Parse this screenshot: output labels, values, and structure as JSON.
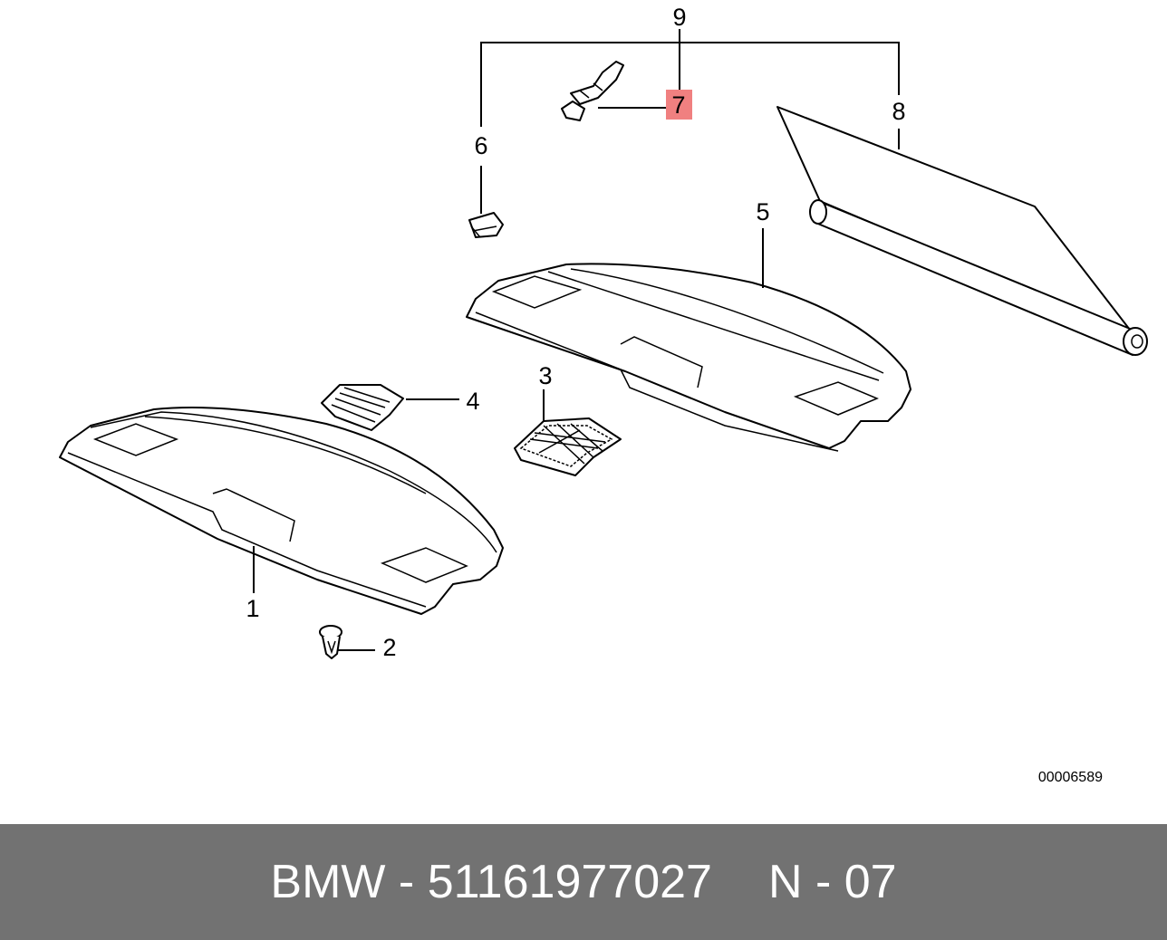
{
  "callouts": {
    "c1": "1",
    "c2": "2",
    "c3": "3",
    "c4": "4",
    "c5": "5",
    "c6": "6",
    "c7": "7",
    "c8": "8",
    "c9": "9"
  },
  "highlighted_callout": "7",
  "highlight_color": "#f08080",
  "reference_number": "00006589",
  "footer": {
    "brand_part": "BMW - 51161977027",
    "position": "N - 07",
    "background_color": "#727272"
  }
}
